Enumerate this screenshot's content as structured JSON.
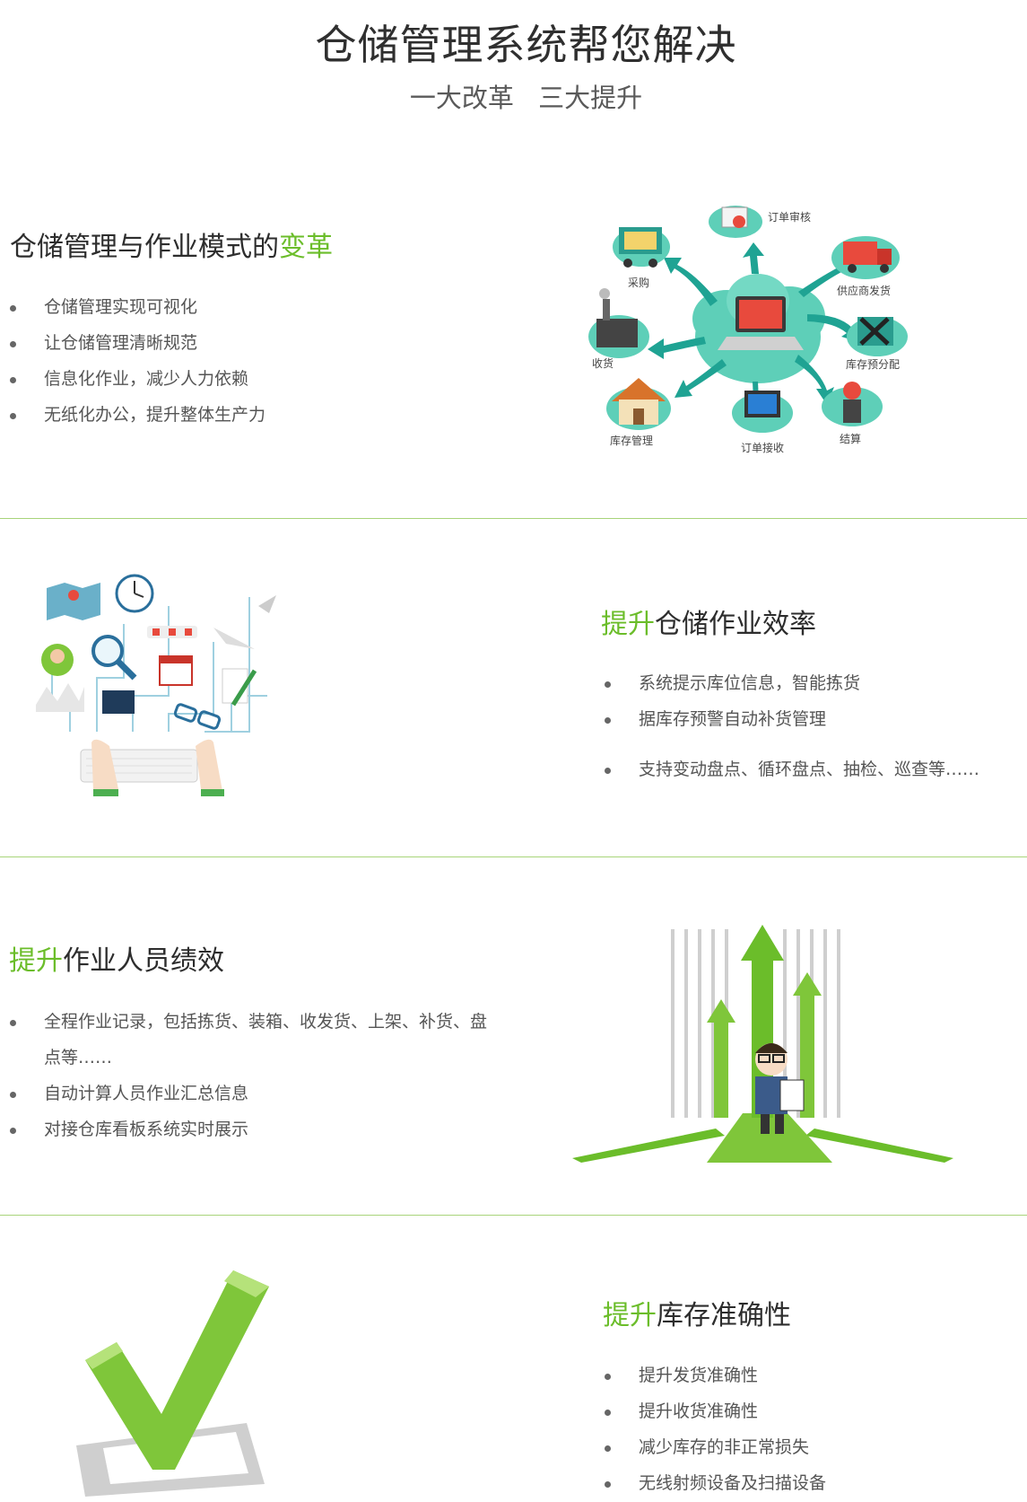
{
  "header": {
    "title": "仓储管理系统帮您解决",
    "subtitle": "一大改革  三大提升"
  },
  "section1": {
    "title_prefix": "仓储管理与作业模式的",
    "title_highlight": "变革",
    "bullets": [
      "仓储管理实现可视化",
      "让仓储管理清晰规范",
      "信息化作业，减少人力依赖",
      "无纸化办公，提升整体生产力"
    ],
    "diagram_labels": {
      "order_review": "订单审核",
      "purchase": "采购",
      "supplier_delivery": "供应商发货",
      "receiving": "收货",
      "stock_allocation": "库存预分配",
      "inventory_mgmt": "库存管理",
      "order_receive": "订单接收",
      "settlement": "结算"
    }
  },
  "section2": {
    "title_highlight": "提升",
    "title_suffix": "仓储作业效率",
    "bullets": [
      "系统提示库位信息，智能拣货",
      "据库存预警自动补货管理",
      "支持变动盘点、循环盘点、抽检、巡查等……"
    ]
  },
  "section3": {
    "title_highlight": "提升",
    "title_suffix": "作业人员绩效",
    "bullets": [
      "全程作业记录，包括拣货、装箱、收发货、上架、补货、盘点等……",
      "自动计算人员作业汇总信息",
      "对接仓库看板系统实时展示"
    ]
  },
  "section4": {
    "title_highlight": "提升",
    "title_suffix": "库存准确性",
    "bullets": [
      "提升发货准确性",
      "提升收货准确性",
      "减少库存的非正常损失",
      "无线射频设备及扫描设备"
    ]
  },
  "colors": {
    "accent": "#6bbd2a",
    "divider": "#a8d47a",
    "teal": "#1fa393",
    "cloud": "#5ecfb8"
  }
}
